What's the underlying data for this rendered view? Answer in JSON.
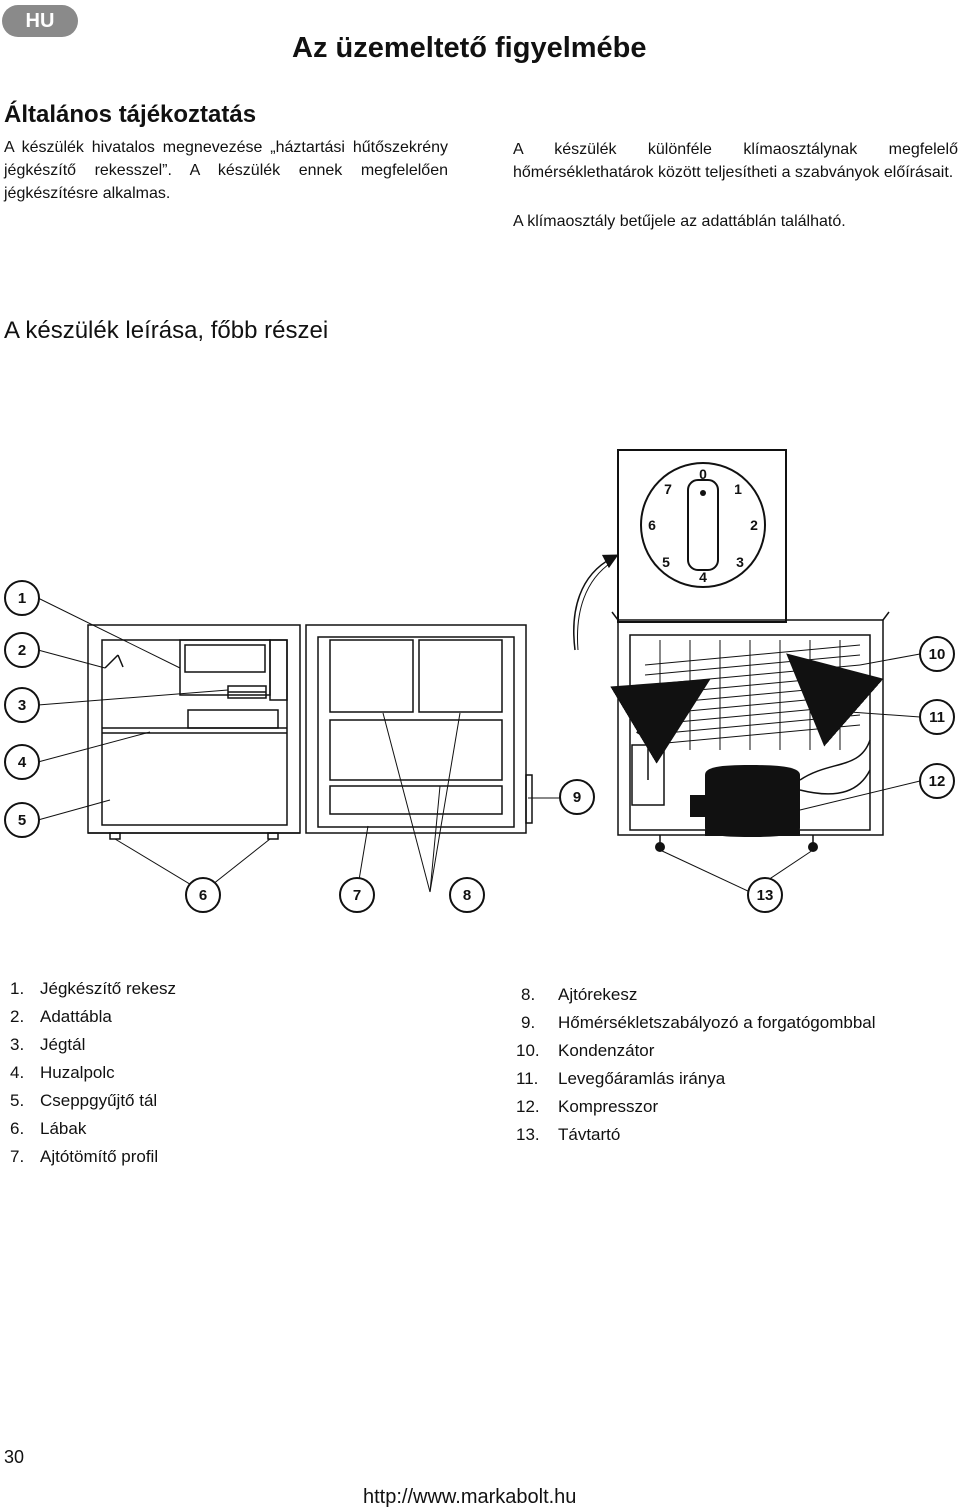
{
  "badge": "HU",
  "title": "Az üzemeltető figyelmébe",
  "general": {
    "heading": "Általános tájékoztatás",
    "left_text": "A készülék hivatalos megnevezése „háztartási hűtőszekrény jégkészítő rekesszel”. A készülék ennek megfelelően jégkészítésre alkalmas.",
    "right_text": "A készülék különféle klímaosztálynak megfelelő hőmérséklethatárok között teljesítheti a szabványok előírásait.",
    "right_text2": "A klímaosztály betűjele az adattáblán található."
  },
  "description": {
    "heading": "A készülék leírása, főbb részei"
  },
  "diagram": {
    "dial_numbers": [
      "0",
      "1",
      "2",
      "3",
      "4",
      "5",
      "6",
      "7"
    ],
    "callouts": [
      "1",
      "2",
      "3",
      "4",
      "5",
      "6",
      "7",
      "8",
      "9",
      "10",
      "11",
      "12",
      "13"
    ]
  },
  "parts_left": [
    {
      "num": "1.",
      "label": "Jégkészítő rekesz"
    },
    {
      "num": "2.",
      "label": "Adattábla"
    },
    {
      "num": "3.",
      "label": "Jégtál"
    },
    {
      "num": "4.",
      "label": "Huzalpolc"
    },
    {
      "num": "5.",
      "label": "Cseppgyűjtő tál"
    },
    {
      "num": "6.",
      "label": "Lábak"
    },
    {
      "num": "7.",
      "label": "Ajtótömítő profil"
    }
  ],
  "parts_right": [
    {
      "num": "8.",
      "label": "Ajtórekesz"
    },
    {
      "num": "9.",
      "label": "Hőmérsékletszabályozó a forgatógombbal"
    },
    {
      "num": "10.",
      "label": "Kondenzátor"
    },
    {
      "num": "11.",
      "label": "Levegőáramlás iránya"
    },
    {
      "num": "12.",
      "label": "Kompresszor"
    },
    {
      "num": "13.",
      "label": "Távtartó"
    }
  ],
  "page_number": "30",
  "footer_url": "http://www.markabolt.hu"
}
